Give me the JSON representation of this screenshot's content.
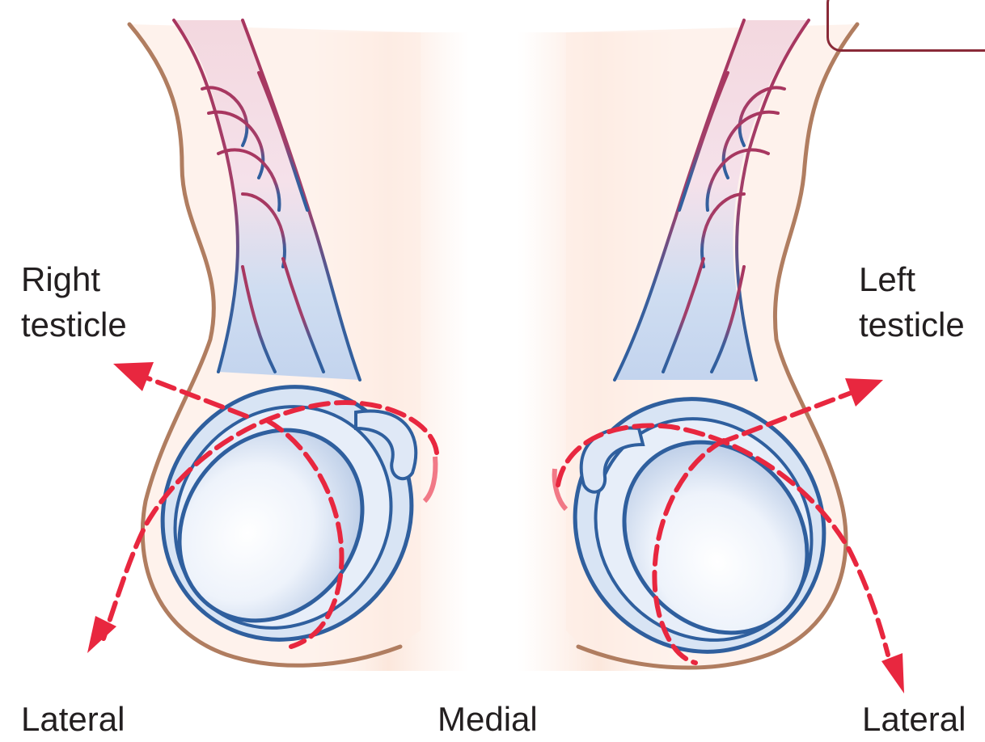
{
  "labels": {
    "right_testicle": [
      "Right",
      "testicle"
    ],
    "left_testicle": [
      "Left",
      "testicle"
    ],
    "lateral_left": "Lateral",
    "medial": "Medial",
    "lateral_right": "Lateral"
  },
  "colors": {
    "skin_outline": "#b07d60",
    "skin_fill": "#fbe3d6",
    "cord": "#a63a62",
    "tunica": "#2f5f9e",
    "testis_fill": "#dfe9f7",
    "rotation_path": "#e8273f",
    "label_text": "#231f20",
    "frame": "#8a2a38"
  }
}
